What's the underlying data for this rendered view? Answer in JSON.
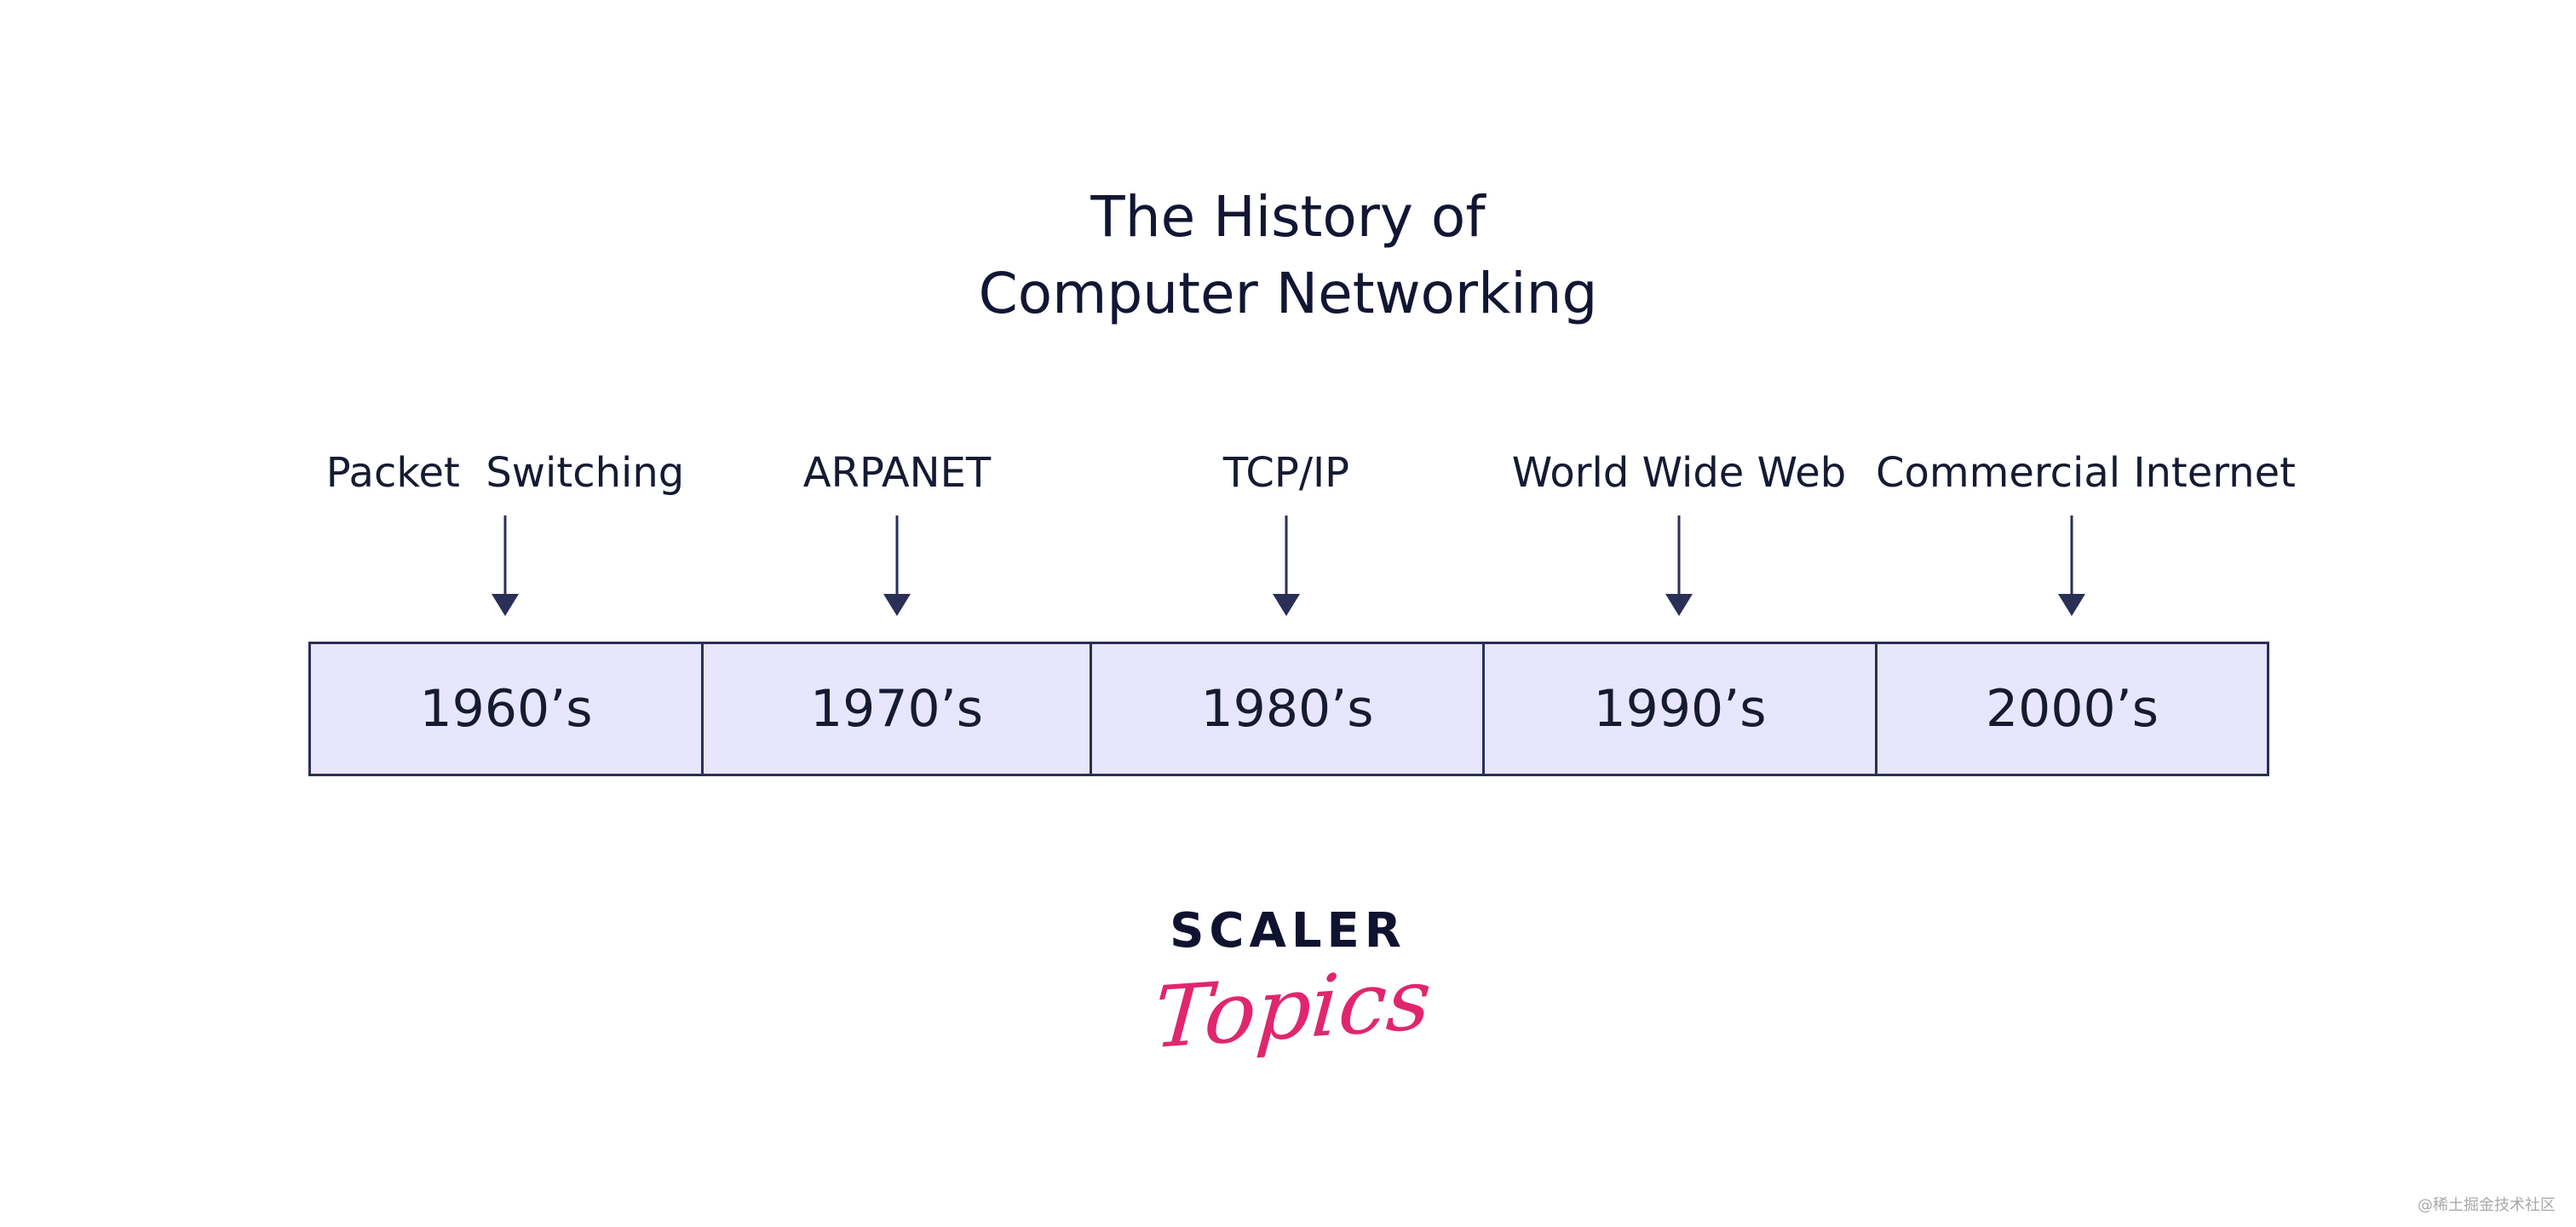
{
  "title": {
    "line1": "The History of",
    "line2": "Computer Networking"
  },
  "events": [
    {
      "label": "Packet  Switching",
      "period": "1960’s"
    },
    {
      "label": "ARPANET",
      "period": "1970’s"
    },
    {
      "label": "TCP/IP",
      "period": "1980’s"
    },
    {
      "label": "World Wide Web",
      "period": "1990’s"
    },
    {
      "label": "Commercial Internet",
      "period": "2000’s"
    }
  ],
  "logo": {
    "line1": "SCALER",
    "line2": "Topics"
  },
  "watermark": "@稀土掘金技术社区",
  "colors": {
    "box_fill": "#e8e6fd",
    "box_border": "#2a2f56",
    "arrow": "#2a2f56",
    "logo_accent": "#e0266e",
    "text": "#161a33"
  }
}
